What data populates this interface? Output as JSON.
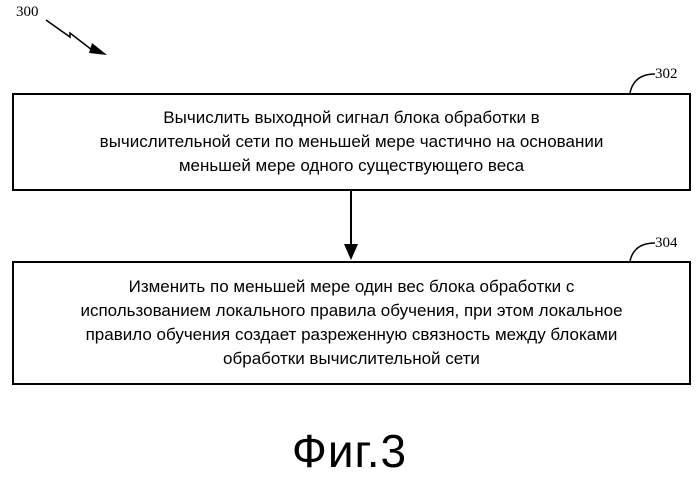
{
  "diagram": {
    "ref_main": "300",
    "steps": [
      {
        "ref": "302",
        "lines": [
          "Вычислить выходной сигнал блока обработки в",
          "вычислительной сети по меньшей мере частично на основании",
          "меньшей мере одного существующего веса"
        ]
      },
      {
        "ref": "304",
        "lines": [
          "Изменить по меньшей мере один вес блока обработки с",
          "использованием локального правила обучения, при этом локальное",
          "правило обучения создает разреженную связность между блоками",
          "обработки вычислительной сети"
        ]
      }
    ],
    "caption": "Фиг.3"
  }
}
